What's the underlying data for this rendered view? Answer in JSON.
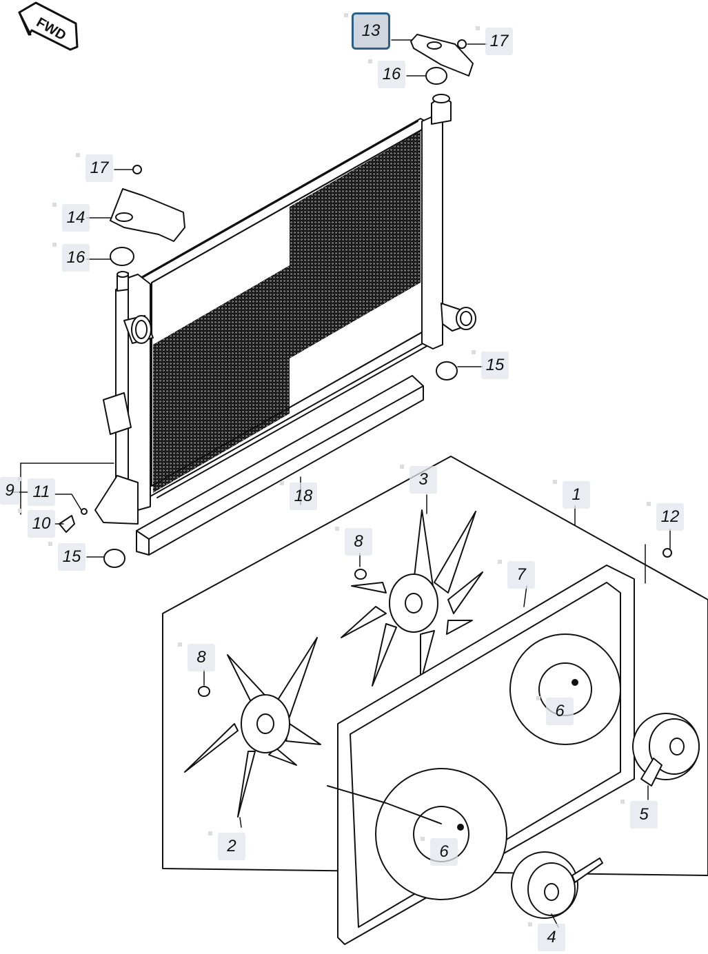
{
  "direction_label": "FWD",
  "colors": {
    "selected_border": "#2c5f86",
    "callout_bg": "#e1e5eb",
    "ink": "#111111"
  },
  "callouts": [
    {
      "label": "13",
      "selected": true
    },
    {
      "label": "17"
    },
    {
      "label": "16"
    },
    {
      "label": "17"
    },
    {
      "label": "14"
    },
    {
      "label": "16"
    },
    {
      "label": "15"
    },
    {
      "label": "9"
    },
    {
      "label": "11"
    },
    {
      "label": "10"
    },
    {
      "label": "15"
    },
    {
      "label": "18"
    },
    {
      "label": "3"
    },
    {
      "label": "1"
    },
    {
      "label": "12"
    },
    {
      "label": "8"
    },
    {
      "label": "7"
    },
    {
      "label": "8"
    },
    {
      "label": "6"
    },
    {
      "label": "5"
    },
    {
      "label": "2"
    },
    {
      "label": "6"
    },
    {
      "label": "4"
    }
  ]
}
